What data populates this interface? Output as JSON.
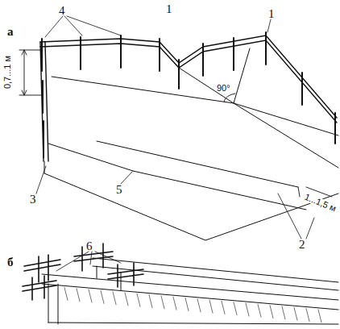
{
  "diagram": {
    "labels": [
      "а",
      "б",
      "1",
      "1",
      "2",
      "3",
      "4",
      "5",
      "6",
      "0,7...1 м",
      "90°",
      "1...1,5 м"
    ]
  }
}
